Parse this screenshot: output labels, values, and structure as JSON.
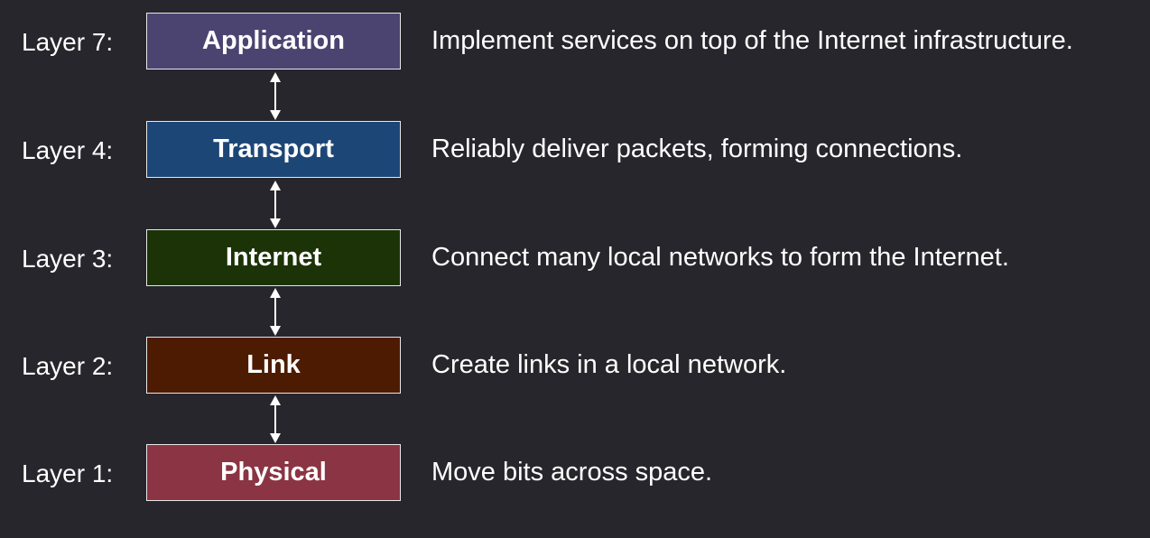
{
  "layers": [
    {
      "label": "Layer 7:",
      "name": "Application",
      "description": "Implement services on top of the Internet infrastructure.",
      "color": "#4b4470"
    },
    {
      "label": "Layer 4:",
      "name": "Transport",
      "description": "Reliably deliver packets, forming connections.",
      "color": "#1c4676"
    },
    {
      "label": "Layer 3:",
      "name": "Internet",
      "description": "Connect many local networks to form the Internet.",
      "color": "#1b3306"
    },
    {
      "label": "Layer 2:",
      "name": "Link",
      "description": "Create links in a local network.",
      "color": "#4d1b02"
    },
    {
      "label": "Layer 1:",
      "name": "Physical",
      "description": "Move bits across space.",
      "color": "#8b3443"
    }
  ],
  "colors": {
    "background": "#27262c",
    "box_border": "#e8e8e8",
    "arrow": "#ffffff"
  }
}
